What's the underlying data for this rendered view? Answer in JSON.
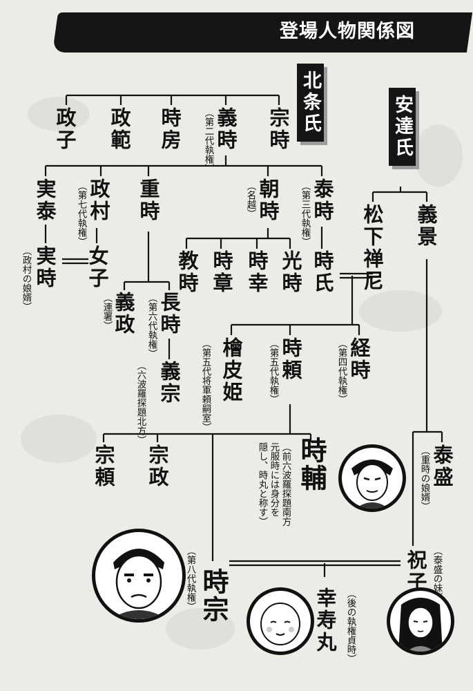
{
  "title": "登場人物関係図",
  "clans": {
    "hojo": "北条氏",
    "adachi": "安達氏"
  },
  "people": {
    "masako": "政子",
    "masanori": "政範",
    "tokifusa": "時房",
    "yoshitoki": "義時",
    "yoshitoki_note": "（第二代執権）",
    "munetoki": "宗時",
    "saneyasu": "実泰",
    "masamura": "政村",
    "masamura_note": "（第七代執権）",
    "shigetoki": "重時",
    "tomotoki": "朝時",
    "tomotoki_note": "（名越）",
    "yasutoki": "泰時",
    "yasutoki_note": "（第三代執権）",
    "sanetoki": "実時",
    "sanetoki_note": "（政村の娘婿）",
    "joshi": "女子",
    "yoshimasa": "義政",
    "yoshimasa_note": "（連署）",
    "nagatoki": "長時",
    "nagatoki_note": "（第六代執権）",
    "norotoki": "教時",
    "tokiaki": "時章",
    "tokiyuki": "時幸",
    "mitsutoki": "光時",
    "tokiuji": "時氏",
    "yoshimune": "義宗",
    "yoshimune_note": "（六波羅探題北方）",
    "hiwadahime": "檜皮姫",
    "hiwadahime_note": "（第五代将軍頼嗣室）",
    "tokiyori": "時頼",
    "tokiyori_note": "（第五代執権）",
    "tsunetoki": "経時",
    "tsunetoki_note": "（第四代執権）",
    "yoshikage": "義景",
    "matsushita": "松下禅尼",
    "muneyori": "宗頼",
    "munemasa": "宗政",
    "tokisuke": "時輔",
    "tokisuke_note1": "（前六波羅探題南方",
    "tokisuke_note2": "元服時には身分を",
    "tokisuke_note3": "隠し、時丸と称す）",
    "yasumori": "泰盛",
    "yasumori_note": "（重時の娘婿）",
    "tokimune": "時宗",
    "tokimune_note": "（第八代執権）",
    "noriko": "祝子",
    "noriko_note": "（泰盛の妹）",
    "kojumaru": "幸寿丸",
    "kojumaru_note": "（後の執権貞時）"
  },
  "colors": {
    "ink": "#111111",
    "paper": "#ecebe6",
    "band": "#151515",
    "plate_shadow": "#9c9c9c"
  }
}
